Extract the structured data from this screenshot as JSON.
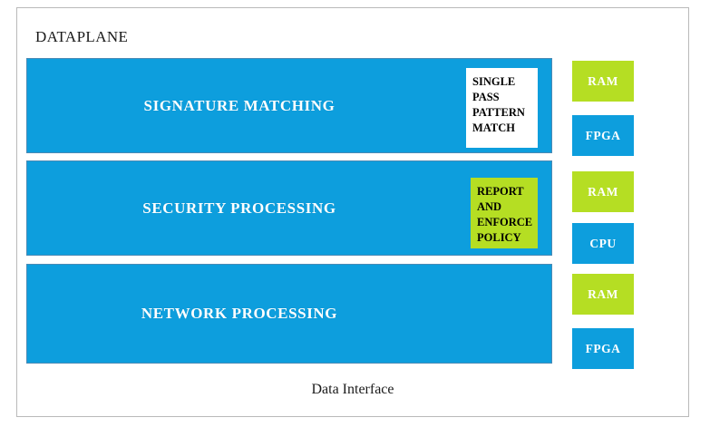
{
  "diagram": {
    "title": "DATAPLANE",
    "footer_label": "Data Interface",
    "colors": {
      "bar_blue": "#0d9edd",
      "chip_green": "#b5de23",
      "note_white": "#ffffff",
      "frame_border": "#b9b9b9",
      "bar_text": "#ffffff",
      "note_text": "#000000"
    },
    "stages": [
      {
        "label": "SIGNATURE MATCHING",
        "note": {
          "style": "white",
          "lines": [
            "SINGLE",
            "PASS",
            "PATTERN",
            "MATCH"
          ]
        }
      },
      {
        "label": "SECURITY PROCESSING",
        "note": {
          "style": "green",
          "lines": [
            "REPORT",
            "AND",
            "ENFORCE",
            "POLICY"
          ]
        }
      },
      {
        "label": "NETWORK PROCESSING",
        "note": null
      }
    ],
    "chips": [
      {
        "label": "RAM",
        "kind": "memory"
      },
      {
        "label": "FPGA",
        "kind": "processor"
      },
      {
        "label": "RAM",
        "kind": "memory"
      },
      {
        "label": "CPU",
        "kind": "processor"
      },
      {
        "label": "RAM",
        "kind": "memory"
      },
      {
        "label": "FPGA",
        "kind": "processor"
      }
    ]
  }
}
